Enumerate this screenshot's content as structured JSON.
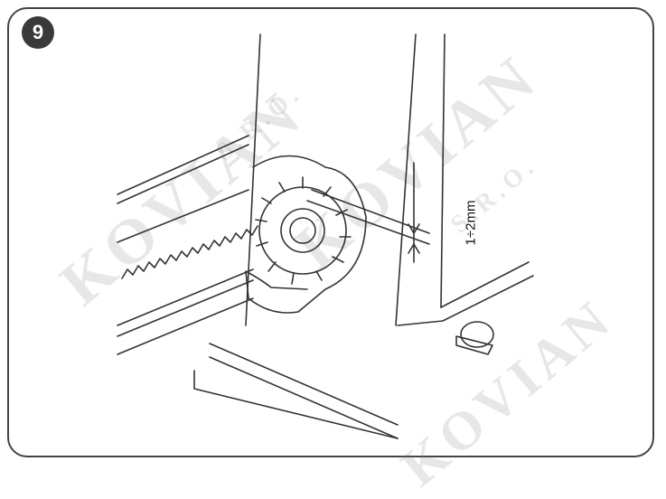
{
  "figure": {
    "step_number": "9",
    "measurement_label": "1÷2mm"
  },
  "watermark": {
    "brand": "KOVIAN",
    "suffix": "S.R.O."
  },
  "colors": {
    "line": "#333333",
    "frame": "#444444",
    "badge_bg": "#3a3a3a",
    "watermark": "#c8c8c8"
  }
}
